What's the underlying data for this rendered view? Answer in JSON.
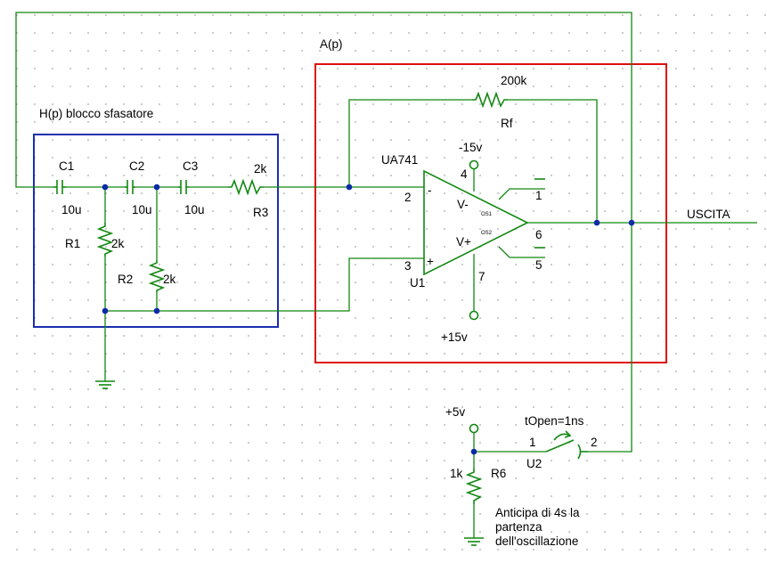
{
  "colors": {
    "wire": "#118811",
    "node": "#0a2aa8",
    "phase_box": "#1a2fb0",
    "amp_box": "#dd1111",
    "grid_dot": "#a8a8a8"
  },
  "blocks": {
    "amplifier_label": "A(p)",
    "phase_shifter_label": "H(p) blocco sfasatore"
  },
  "components": {
    "c1": {
      "name": "C1",
      "value": "10u"
    },
    "c2": {
      "name": "C2",
      "value": "10u"
    },
    "c3": {
      "name": "C3",
      "value": "10u"
    },
    "r1": {
      "name": "R1",
      "value": "2k"
    },
    "r2": {
      "name": "R2",
      "value": "2k"
    },
    "r3": {
      "name": "R3",
      "value": "2k"
    },
    "rf": {
      "name": "Rf",
      "value": "200k"
    },
    "r6": {
      "name": "R6",
      "value": "1k"
    },
    "opamp": {
      "model": "UA741",
      "ref": "U1",
      "pin_minus": "2",
      "pin_plus": "3",
      "pin_out": "6",
      "pin_vneg": "4",
      "pin_vpos": "7",
      "pin_os1": "1",
      "pin_os2": "5",
      "label_vneg": "V-",
      "label_vpos": "V+",
      "label_os1": "OS1",
      "label_os2": "OS2",
      "sign_minus": "-",
      "sign_plus": "+"
    },
    "switch": {
      "ref": "U2",
      "param": "tOpen=1ns",
      "pin1": "1",
      "pin2": "2"
    }
  },
  "supplies": {
    "neg": "-15v",
    "pos": "+15v",
    "aux": "+5v"
  },
  "output_label": "USCITA",
  "note_lines": [
    "Anticipa di 4s la",
    "partenza",
    "dell'oscillazione"
  ]
}
